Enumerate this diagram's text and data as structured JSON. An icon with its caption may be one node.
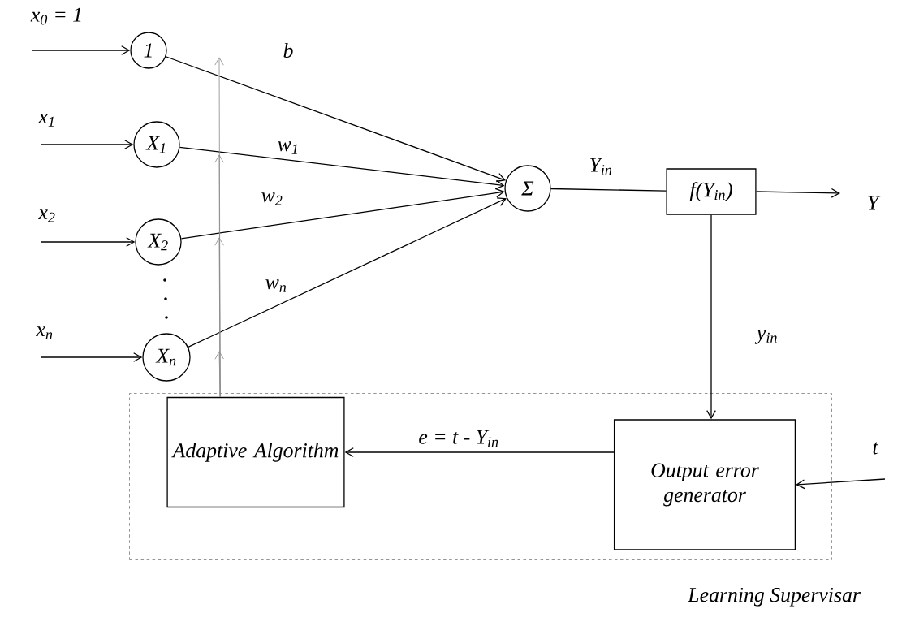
{
  "diagram": {
    "nodes": [
      {
        "text": [
          "Learning Supervisar"
        ]
      },
      {
        "text": [
          "1"
        ]
      },
      {
        "text": [
          "X$_{1}$"
        ]
      },
      {
        "text": [
          "X$_{2}$"
        ]
      },
      {
        "text": [
          "X$_{n}$"
        ]
      },
      {
        "text": [
          "Σ"
        ]
      },
      {
        "text": [
          "f(Y$_{in}$)"
        ]
      },
      {
        "text": [
          "Adaptive Algorithm"
        ],
        "in": 0
      },
      {
        "text": [
          "Output error generator"
        ],
        "in": 0
      }
    ],
    "edges": [
      {
        "from": null,
        "to": 1,
        "arrow": "to",
        "label": "x$_{0}$ = 1"
      },
      {
        "from": null,
        "to": 2,
        "arrow": "to",
        "label": "x$_{1}$"
      },
      {
        "from": null,
        "to": 3,
        "arrow": "to",
        "label": "x$_{2}$"
      },
      {
        "from": null,
        "to": 4,
        "arrow": "to",
        "label": "x$_{n}$"
      },
      {
        "from": 1,
        "to": 5,
        "arrow": "to",
        "label": "b"
      },
      {
        "from": 2,
        "to": 5,
        "arrow": "to",
        "label": "w$_{1}$"
      },
      {
        "from": 3,
        "to": 5,
        "arrow": "to",
        "label": "w$_{2}$"
      },
      {
        "from": 4,
        "to": 5,
        "arrow": "to",
        "label": "w$_{n}$"
      },
      {
        "from": 5,
        "to": 6,
        "arrow": "none",
        "label": "Y$_{in}$"
      },
      {
        "from": 6,
        "to": null,
        "arrow": "to",
        "label": "Y"
      },
      {
        "from": 6,
        "to": 8,
        "arrow": "to",
        "label": "y$_{in}$"
      },
      {
        "from": 8,
        "to": 7,
        "arrow": "to",
        "label": "e = t - Y$_{in}$"
      },
      {
        "from": null,
        "to": 8,
        "arrow": "to",
        "label": "t"
      },
      {
        "from": 7,
        "to": null,
        "arrow": "to",
        "color": "#8a8a8a"
      },
      {
        "from": 7,
        "to": null,
        "arrow": "to",
        "color": "#8a8a8a"
      },
      {
        "from": 7,
        "to": null,
        "arrow": "to",
        "color": "#8a8a8a"
      },
      {
        "from": 7,
        "to": null,
        "arrow": "to",
        "color": "#8a8a8a"
      }
    ]
  }
}
